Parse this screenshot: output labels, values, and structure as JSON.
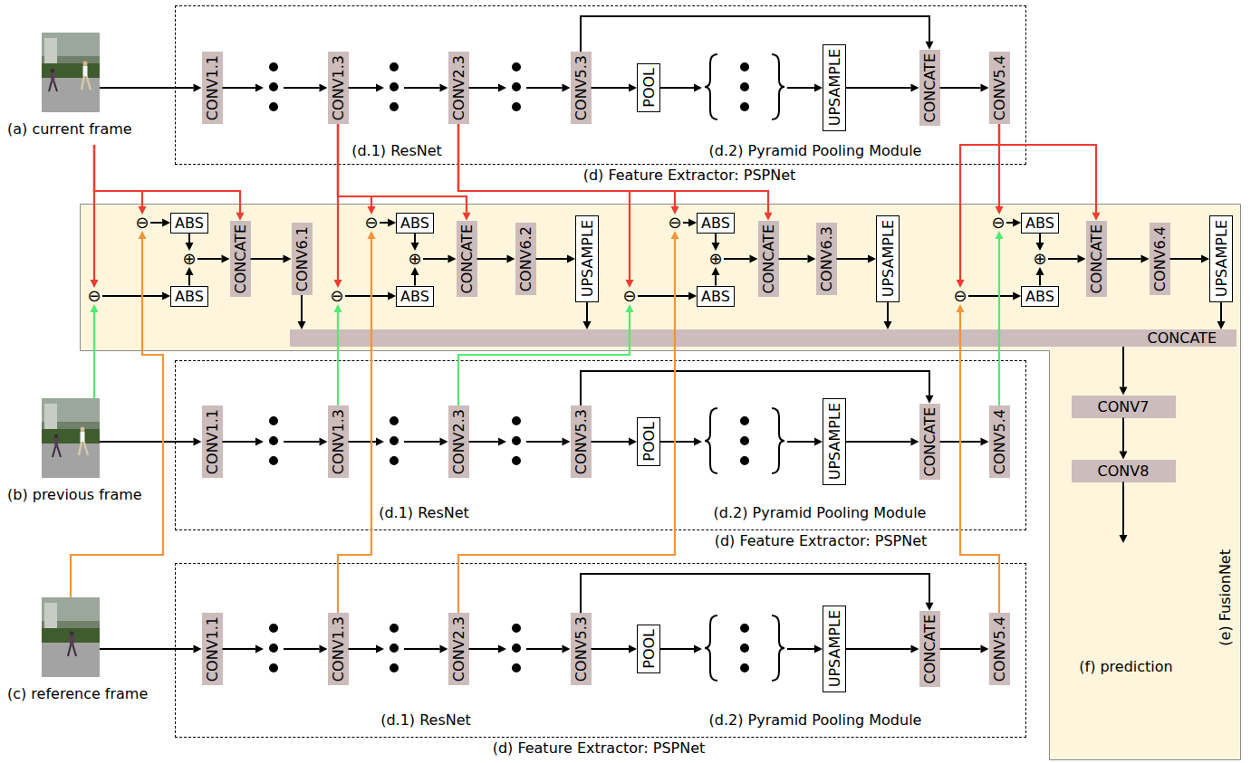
{
  "diagram": {
    "nodes": [
      {
        "text": [
          "(a) current frame"
        ]
      },
      {
        "text": [
          "(d) Feature Extractor: PSPNet"
        ]
      },
      {
        "text": [
          "CONV1.1"
        ],
        "in": 1
      },
      {
        "text": [
          "CONV1.3"
        ],
        "in": 1
      },
      {
        "text": [
          "CONV2.3"
        ],
        "in": 1
      },
      {
        "text": [
          "CONV5.3"
        ],
        "in": 1
      },
      {
        "text": [
          "POOL"
        ],
        "in": 1
      },
      {
        "text": [
          "UPSAMPLE"
        ],
        "in": 1
      },
      {
        "text": [
          "CONCATE"
        ],
        "in": 1
      },
      {
        "text": [
          "CONV5.4"
        ],
        "in": 1
      },
      {
        "text": [
          "(e) FusionNet"
        ]
      },
      {
        "text": [
          "⊖"
        ],
        "in": 10
      },
      {
        "text": [
          "ABS"
        ],
        "in": 10
      },
      {
        "text": [
          "⊕"
        ],
        "in": 10
      },
      {
        "text": [
          "ABS"
        ],
        "in": 10
      },
      {
        "text": [
          "⊖"
        ],
        "in": 10
      },
      {
        "text": [
          "CONCATE"
        ],
        "in": 10
      },
      {
        "text": [
          "CONV6.1"
        ],
        "in": 10
      },
      {
        "text": [
          "⊖"
        ],
        "in": 10
      },
      {
        "text": [
          "ABS"
        ],
        "in": 10
      },
      {
        "text": [
          "⊕"
        ],
        "in": 10
      },
      {
        "text": [
          "ABS"
        ],
        "in": 10
      },
      {
        "text": [
          "⊖"
        ],
        "in": 10
      },
      {
        "text": [
          "CONCATE"
        ],
        "in": 10
      },
      {
        "text": [
          "CONV6.2"
        ],
        "in": 10
      },
      {
        "text": [
          "UPSAMPLE"
        ],
        "in": 10
      },
      {
        "text": [
          "⊖"
        ],
        "in": 10
      },
      {
        "text": [
          "ABS"
        ],
        "in": 10
      },
      {
        "text": [
          "⊕"
        ],
        "in": 10
      },
      {
        "text": [
          "ABS"
        ],
        "in": 10
      },
      {
        "text": [
          "⊖"
        ],
        "in": 10
      },
      {
        "text": [
          "CONCATE"
        ],
        "in": 10
      },
      {
        "text": [
          "CONV6.3"
        ],
        "in": 10
      },
      {
        "text": [
          "UPSAMPLE"
        ],
        "in": 10
      },
      {
        "text": [
          "⊖"
        ],
        "in": 10
      },
      {
        "text": [
          "ABS"
        ],
        "in": 10
      },
      {
        "text": [
          "⊕"
        ],
        "in": 10
      },
      {
        "text": [
          "ABS"
        ],
        "in": 10
      },
      {
        "text": [
          "⊖"
        ],
        "in": 10
      },
      {
        "text": [
          "CONCATE"
        ],
        "in": 10
      },
      {
        "text": [
          "CONV6.4"
        ],
        "in": 10
      },
      {
        "text": [
          "UPSAMPLE"
        ],
        "in": 10
      },
      {
        "text": [
          "CONCATE"
        ],
        "in": 10
      },
      {
        "text": [
          "CONV7"
        ],
        "in": 10
      },
      {
        "text": [
          "CONV8"
        ],
        "in": 10
      },
      {
        "text": [
          "(f) prediction"
        ],
        "in": 10
      },
      {
        "text": [
          "(b) previous frame"
        ]
      },
      {
        "text": [
          "(d) Feature Extractor: PSPNet"
        ]
      },
      {
        "text": [
          "CONV1.1"
        ],
        "in": 47
      },
      {
        "text": [
          "CONV1.3"
        ],
        "in": 47
      },
      {
        "text": [
          "CONV2.3"
        ],
        "in": 47
      },
      {
        "text": [
          "CONV5.3"
        ],
        "in": 47
      },
      {
        "text": [
          "POOL"
        ],
        "in": 47
      },
      {
        "text": [
          "UPSAMPLE"
        ],
        "in": 47
      },
      {
        "text": [
          "CONCATE"
        ],
        "in": 47
      },
      {
        "text": [
          "CONV5.4"
        ],
        "in": 47
      },
      {
        "text": [
          "(c) reference frame"
        ]
      },
      {
        "text": [
          "(d) Feature Extractor: PSPNet"
        ]
      },
      {
        "text": [
          "CONV1.1"
        ],
        "in": 57
      },
      {
        "text": [
          "CONV1.3"
        ],
        "in": 57
      },
      {
        "text": [
          "CONV2.3"
        ],
        "in": 57
      },
      {
        "text": [
          "CONV5.3"
        ],
        "in": 57
      },
      {
        "text": [
          "POOL"
        ],
        "in": 57
      },
      {
        "text": [
          "UPSAMPLE"
        ],
        "in": 57
      },
      {
        "text": [
          "CONCATE"
        ],
        "in": 57
      },
      {
        "text": [
          "CONV5.4"
        ],
        "in": 57
      }
    ],
    "edges": [
      {
        "from": 0,
        "to": 2,
        "arrow": "to"
      },
      {
        "from": 2,
        "to": 3,
        "arrow": "to"
      },
      {
        "from": 3,
        "to": 4,
        "arrow": "to"
      },
      {
        "from": 4,
        "to": 5,
        "arrow": "to"
      },
      {
        "from": 5,
        "to": 6,
        "arrow": "to"
      },
      {
        "from": 6,
        "to": 7,
        "arrow": "to"
      },
      {
        "from": 7,
        "to": 8,
        "arrow": "to"
      },
      {
        "from": 8,
        "to": 9,
        "arrow": "to"
      },
      {
        "from": 5,
        "to": 8,
        "arrow": "to"
      },
      {
        "from": 46,
        "to": 48,
        "arrow": "to"
      },
      {
        "from": 48,
        "to": 49,
        "arrow": "to"
      },
      {
        "from": 49,
        "to": 50,
        "arrow": "to"
      },
      {
        "from": 50,
        "to": 51,
        "arrow": "to"
      },
      {
        "from": 51,
        "to": 52,
        "arrow": "to"
      },
      {
        "from": 52,
        "to": 53,
        "arrow": "to"
      },
      {
        "from": 53,
        "to": 54,
        "arrow": "to"
      },
      {
        "from": 54,
        "to": 55,
        "arrow": "to"
      },
      {
        "from": 51,
        "to": 54,
        "arrow": "to"
      },
      {
        "from": 56,
        "to": 58,
        "arrow": "to"
      },
      {
        "from": 58,
        "to": 59,
        "arrow": "to"
      },
      {
        "from": 59,
        "to": 60,
        "arrow": "to"
      },
      {
        "from": 60,
        "to": 61,
        "arrow": "to"
      },
      {
        "from": 61,
        "to": 62,
        "arrow": "to"
      },
      {
        "from": 62,
        "to": 63,
        "arrow": "to"
      },
      {
        "from": 63,
        "to": 64,
        "arrow": "to"
      },
      {
        "from": 64,
        "to": 65,
        "arrow": "to"
      },
      {
        "from": 61,
        "to": 64,
        "arrow": "to"
      },
      {
        "from": 11,
        "to": 12,
        "arrow": "to"
      },
      {
        "from": 15,
        "to": 14,
        "arrow": "to"
      },
      {
        "from": 12,
        "to": 13,
        "arrow": "to"
      },
      {
        "from": 14,
        "to": 13,
        "arrow": "to"
      },
      {
        "from": 13,
        "to": 16,
        "arrow": "to"
      },
      {
        "from": 16,
        "to": 17,
        "arrow": "to"
      },
      {
        "from": 17,
        "to": 42,
        "arrow": "to"
      },
      {
        "from": 18,
        "to": 19,
        "arrow": "to"
      },
      {
        "from": 22,
        "to": 21,
        "arrow": "to"
      },
      {
        "from": 19,
        "to": 20,
        "arrow": "to"
      },
      {
        "from": 21,
        "to": 20,
        "arrow": "to"
      },
      {
        "from": 20,
        "to": 23,
        "arrow": "to"
      },
      {
        "from": 23,
        "to": 24,
        "arrow": "to"
      },
      {
        "from": 24,
        "to": 25,
        "arrow": "to"
      },
      {
        "from": 25,
        "to": 42,
        "arrow": "to"
      },
      {
        "from": 26,
        "to": 27,
        "arrow": "to"
      },
      {
        "from": 30,
        "to": 29,
        "arrow": "to"
      },
      {
        "from": 27,
        "to": 28,
        "arrow": "to"
      },
      {
        "from": 29,
        "to": 28,
        "arrow": "to"
      },
      {
        "from": 28,
        "to": 31,
        "arrow": "to"
      },
      {
        "from": 31,
        "to": 32,
        "arrow": "to"
      },
      {
        "from": 32,
        "to": 33,
        "arrow": "to"
      },
      {
        "from": 33,
        "to": 42,
        "arrow": "to"
      },
      {
        "from": 34,
        "to": 35,
        "arrow": "to"
      },
      {
        "from": 38,
        "to": 37,
        "arrow": "to"
      },
      {
        "from": 35,
        "to": 36,
        "arrow": "to"
      },
      {
        "from": 37,
        "to": 36,
        "arrow": "to"
      },
      {
        "from": 36,
        "to": 39,
        "arrow": "to"
      },
      {
        "from": 39,
        "to": 40,
        "arrow": "to"
      },
      {
        "from": 40,
        "to": 41,
        "arrow": "to"
      },
      {
        "from": 41,
        "to": 42,
        "arrow": "to"
      },
      {
        "from": 42,
        "to": 43,
        "arrow": "to"
      },
      {
        "from": 43,
        "to": 44,
        "arrow": "to"
      },
      {
        "from": 44,
        "to": 45,
        "arrow": "to"
      },
      {
        "from": 0,
        "to": 15,
        "arrow": "to"
      },
      {
        "from": 0,
        "to": 11,
        "arrow": "to"
      },
      {
        "from": 0,
        "to": 16,
        "arrow": "to"
      },
      {
        "from": 46,
        "to": 15,
        "arrow": "to"
      },
      {
        "from": 56,
        "to": 11,
        "arrow": "to"
      },
      {
        "from": 3,
        "to": 22,
        "arrow": "to"
      },
      {
        "from": 3,
        "to": 18,
        "arrow": "to"
      },
      {
        "from": 3,
        "to": 23,
        "arrow": "to"
      },
      {
        "from": 49,
        "to": 22,
        "arrow": "to"
      },
      {
        "from": 59,
        "to": 18,
        "arrow": "to"
      },
      {
        "from": 4,
        "to": 30,
        "arrow": "to"
      },
      {
        "from": 4,
        "to": 26,
        "arrow": "to"
      },
      {
        "from": 4,
        "to": 31,
        "arrow": "to"
      },
      {
        "from": 50,
        "to": 30,
        "arrow": "to"
      },
      {
        "from": 60,
        "to": 26,
        "arrow": "to"
      },
      {
        "from": 9,
        "to": 34,
        "arrow": "to"
      },
      {
        "from": 9,
        "to": 38,
        "arrow": "to"
      },
      {
        "from": 9,
        "to": 39,
        "arrow": "to"
      },
      {
        "from": 55,
        "to": 34,
        "arrow": "to"
      },
      {
        "from": 65,
        "to": 38,
        "arrow": "to"
      }
    ],
    "labels": [
      "(d.1) ResNet",
      "(d.2) Pyramid Pooling Module",
      "(d.1) ResNet",
      "(d.2) Pyramid Pooling Module",
      "(d.1) ResNet",
      "(d.2) Pyramid Pooling Module"
    ]
  }
}
